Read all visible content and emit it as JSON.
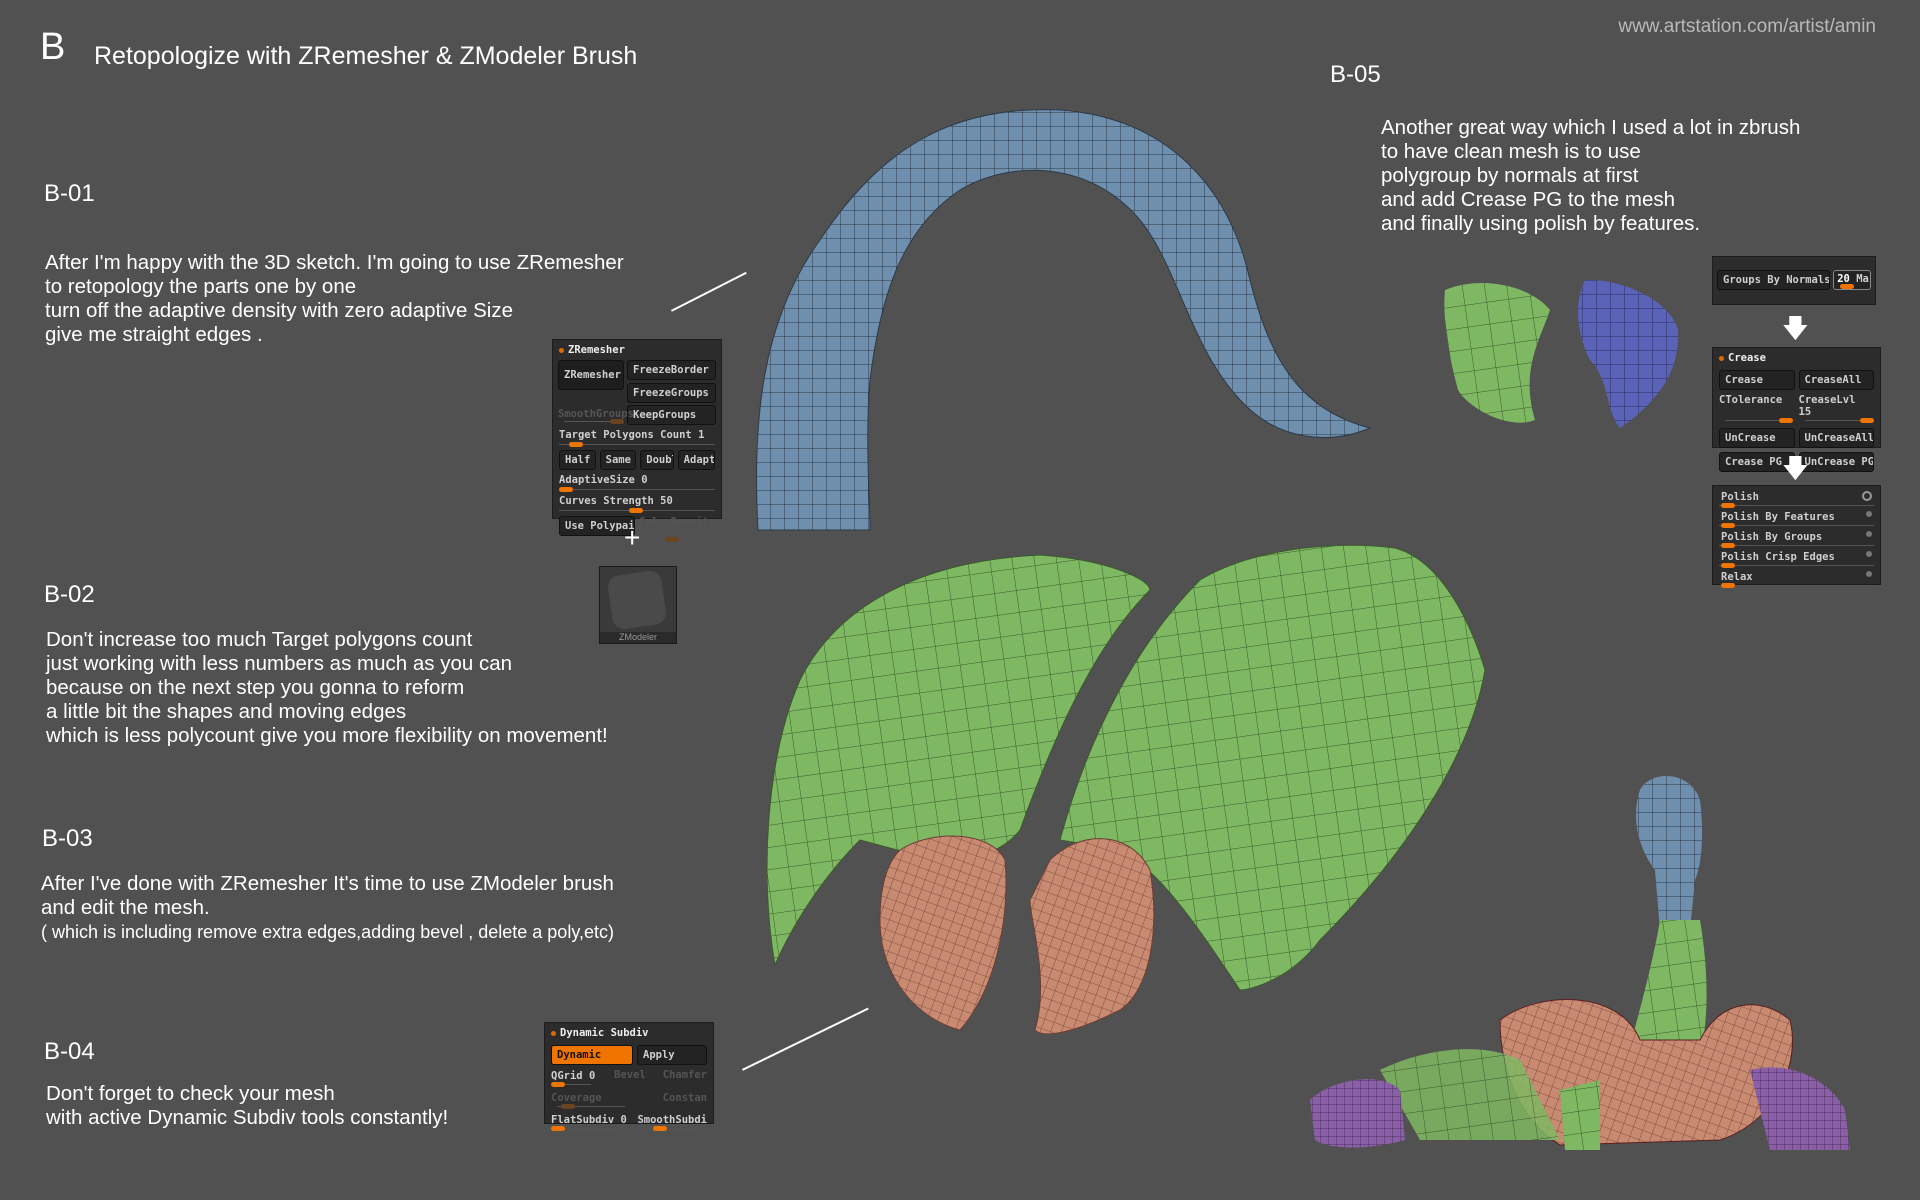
{
  "header": {
    "letter": "B",
    "title": "Retopologize with ZRemesher & ZModeler Brush",
    "url": "www.artstation.com/artist/amin"
  },
  "sections": [
    {
      "id": "B-01",
      "lines": [
        "After I'm happy with the 3D sketch. I'm going to use ZRemesher",
        "to retopology the parts one by one",
        "turn off the adaptive density with zero adaptive Size",
        "give me straight edges ."
      ]
    },
    {
      "id": "B-02",
      "lines": [
        "Don't increase too much Target polygons count",
        "just working with less numbers as much as you can",
        "because on the next step you gonna to reform",
        "a little bit the shapes and moving edges",
        "which is less polycount give you more flexibility on movement!"
      ]
    },
    {
      "id": "B-03",
      "lines": [
        "After I've done with ZRemesher It's time to use ZModeler brush",
        "and edit the mesh.",
        "( which is including remove extra edges,adding bevel , delete a poly,etc)"
      ]
    },
    {
      "id": "B-04",
      "lines": [
        "Don't forget to check your mesh",
        "with active Dynamic Subdiv tools constantly!"
      ]
    },
    {
      "id": "B-05",
      "lines": [
        "Another great way which I used a lot in zbrush",
        "to have clean mesh is to use",
        "polygroup by normals at first",
        "and add Crease PG to the mesh",
        "and finally using polish by features."
      ]
    }
  ],
  "zremesher_panel": {
    "title": "ZRemesher",
    "zremesher": "ZRemesher",
    "freeze_border": "FreezeBorder",
    "freeze_groups": "FreezeGroups",
    "smooth_groups": "SmoothGroups",
    "keep_groups": "KeepGroups",
    "target_label": "Target Polygons Count",
    "target_value": "1",
    "half": "Half",
    "same": "Same",
    "double": "Double",
    "adapt": "Adapt",
    "adaptive_label": "AdaptiveSize",
    "adaptive_value": "0",
    "curves_label": "Curves Strength",
    "curves_value": "50",
    "use_polypaint": "Use Polypain",
    "color_density": "ColorDensity"
  },
  "plus": "+",
  "zmodeler_label": "ZModeler",
  "dynamic_panel": {
    "title": "Dynamic Subdiv",
    "dynamic": "Dynamic",
    "apply": "Apply",
    "qgrid_label": "QGrid",
    "qgrid_value": "0",
    "bevel": "Bevel",
    "chamfer": "Chamfer",
    "coverage": "Coverage",
    "constant": "Constan",
    "flat_label": "FlatSubdiv",
    "flat_value": "0",
    "smooth_label": "SmoothSubdi"
  },
  "groups_panel": {
    "button": "Groups By Normals",
    "value": "20",
    "suffix": "Ma"
  },
  "crease_panel": {
    "title": "Crease",
    "crease": "Crease",
    "crease_all": "CreaseAll",
    "ctolerance": "CTolerance",
    "crease_lvl": "CreaseLvl",
    "crease_lvl_value": "15",
    "uncrease": "UnCrease",
    "uncrease_all": "UnCreaseAll",
    "crease_pg": "Crease PG",
    "uncrease_pg": "UnCrease PG"
  },
  "polish_panel": {
    "items": [
      "Polish",
      "Polish By Features",
      "Polish By Groups",
      "Polish Crisp Edges",
      "Relax"
    ]
  },
  "colors": {
    "background": "#515151",
    "accent": "#f07400",
    "mesh_blue": "#6f8fae",
    "mesh_green": "#7fb862",
    "mesh_skin": "#c98a72"
  }
}
